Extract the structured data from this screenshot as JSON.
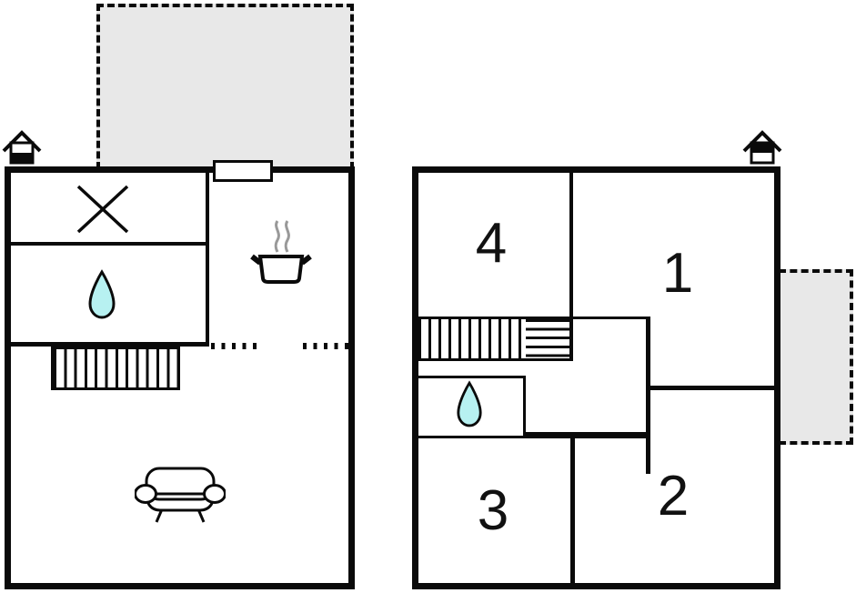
{
  "title": "floor-plan",
  "colors": {
    "wall": "#0a0a0a",
    "terrace_fill": "#e8e8e8",
    "water_drop_fill": "#b7f1f1",
    "steam": "#999999"
  },
  "ground_floor": {
    "level_indicator_icon": "house-lower-level-icon",
    "terrace_icon": "dashed-terrace-area",
    "features": {
      "crossed_room_icon": "x-mark",
      "bathroom_icon": "water-drop",
      "kitchen_icon": "cooking-pot-with-steam",
      "stairs_icon": "staircase",
      "living_icon": "sofa",
      "entrance_icon": "door"
    }
  },
  "upper_floor": {
    "level_indicator_icon": "house-upper-level-icon",
    "terrace_icon": "dashed-terrace-area",
    "features": {
      "bathroom_icon": "water-drop",
      "stairs_icon": "staircase-with-winder"
    },
    "rooms": [
      {
        "label": "1"
      },
      {
        "label": "2"
      },
      {
        "label": "3"
      },
      {
        "label": "4"
      }
    ]
  }
}
